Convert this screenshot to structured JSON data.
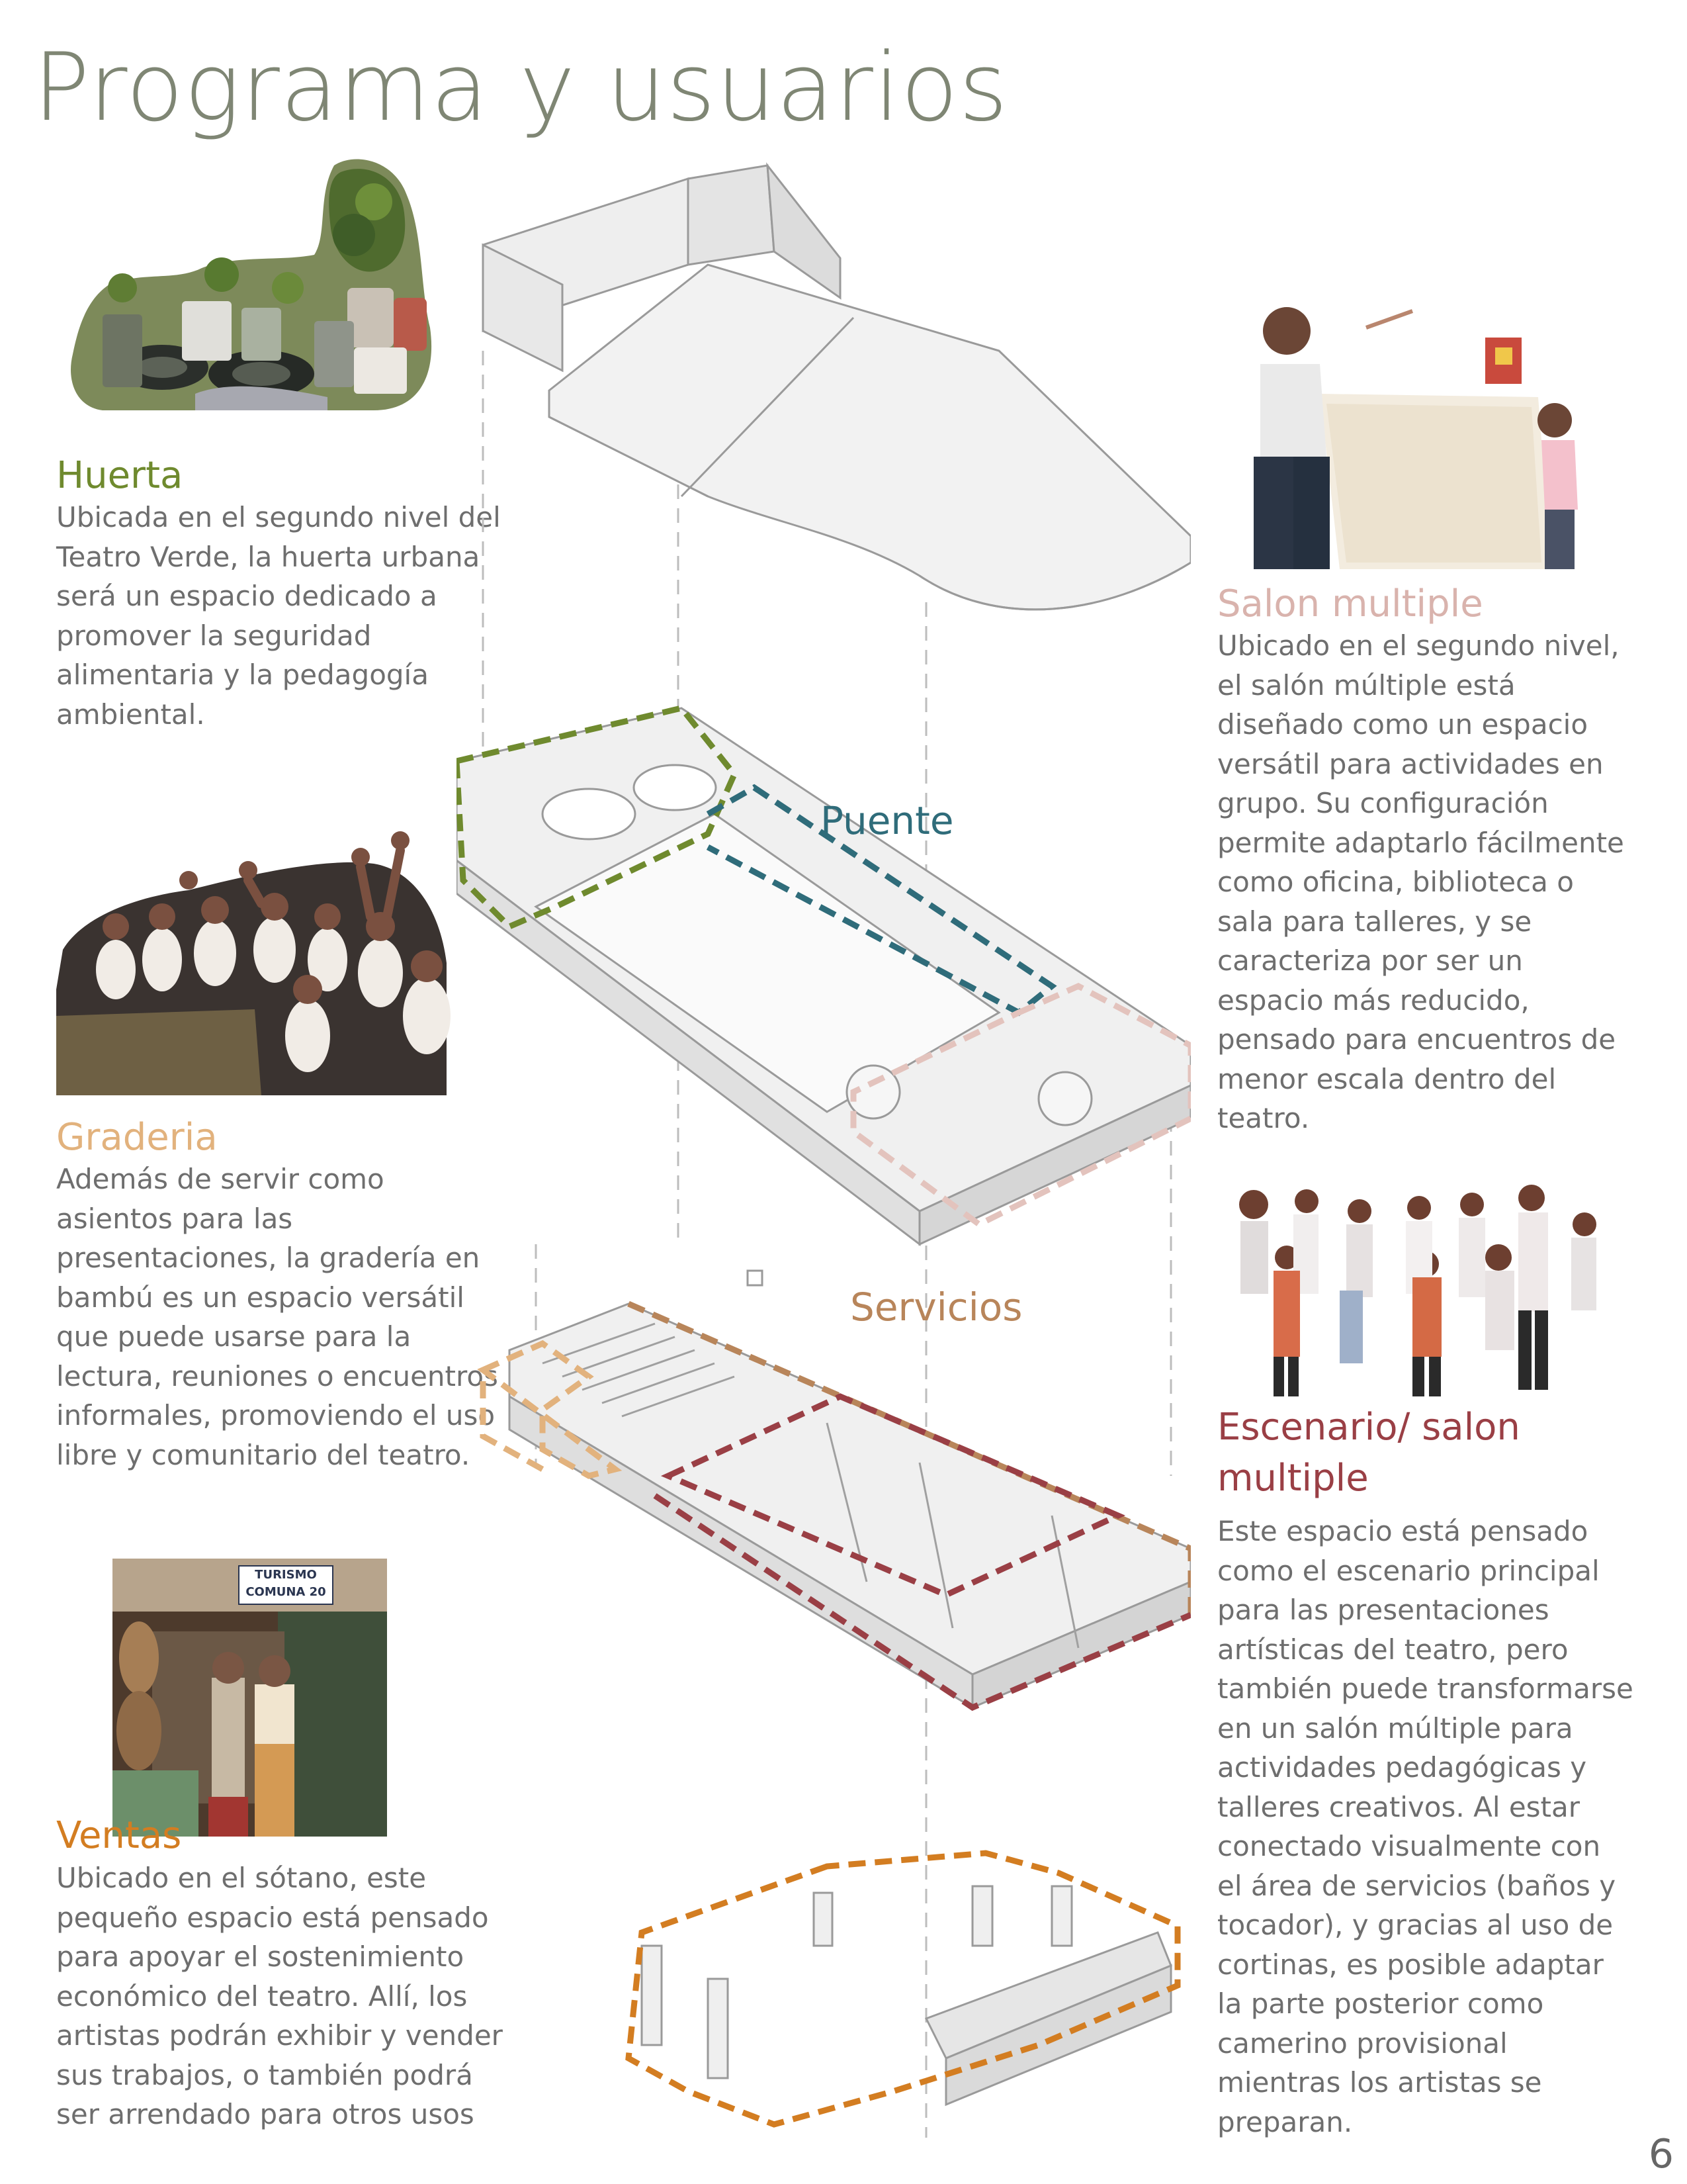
{
  "page": {
    "title": "Programa y usuarios",
    "number": "6"
  },
  "colors": {
    "huerta": "#6f8a2e",
    "graderia": "#e2b27d",
    "ventas": "#d37d21",
    "salon": "#d9b3ad",
    "escenario": "#9a3f45",
    "puente": "#2f6c7a",
    "servicios": "#b8855a"
  },
  "sections": {
    "huerta": {
      "heading": "Huerta",
      "lines": [
        "Ubicada en el segundo nivel del",
        "Teatro Verde, la huerta urbana",
        "será un espacio dedicado a",
        "promover la seguridad",
        "alimentaria y la pedagogía",
        "ambiental."
      ]
    },
    "graderia": {
      "heading": "Graderia",
      "lines": [
        "Además de servir como",
        "asientos para las",
        "presentaciones, la gradería en",
        "bambú es un espacio versátil",
        "que puede usarse para la",
        "lectura, reuniones o encuentros",
        "informales, promoviendo el uso",
        "libre y comunitario del teatro."
      ]
    },
    "ventas": {
      "heading": "Ventas",
      "lines": [
        "Ubicado en el sótano, este",
        "pequeño espacio está pensado",
        "para apoyar el sostenimiento",
        "económico del teatro. Allí, los",
        "artistas podrán exhibir y vender",
        "sus trabajos, o también podrá",
        "ser arrendado para otros usos"
      ]
    },
    "salon": {
      "heading": "Salon multiple",
      "lines": [
        "Ubicado en el segundo nivel,",
        "el salón múltiple está",
        "diseñado como un espacio",
        "versátil para actividades en",
        "grupo. Su configuración",
        "permite adaptarlo fácilmente",
        "como oficina, biblioteca o",
        "sala para talleres, y se",
        "caracteriza por ser un",
        "espacio más reducido,",
        "pensado para encuentros de",
        "menor escala dentro del",
        "teatro."
      ]
    },
    "escenario": {
      "heading_1": "Escenario/ salon",
      "heading_2": "multiple",
      "lines": [
        "Este espacio está pensado",
        "como el escenario principal",
        "para las presentaciones",
        "artísticas del teatro, pero",
        "también puede transformarse",
        "en un salón múltiple para",
        "actividades pedagógicas y",
        "talleres creativos. Al estar",
        "conectado visualmente con",
        "el área de servicios (baños y",
        "tocador), y gracias al uso de",
        "cortinas, es posible adaptar",
        "la parte posterior como",
        "camerino provisional",
        "mientras los artistas se",
        "preparan."
      ]
    }
  },
  "diagram_labels": {
    "puente": "Puente",
    "servicios": "Servicios"
  },
  "photo_sign": {
    "line1": "TURISMO",
    "line2": "COMUNA 20"
  }
}
